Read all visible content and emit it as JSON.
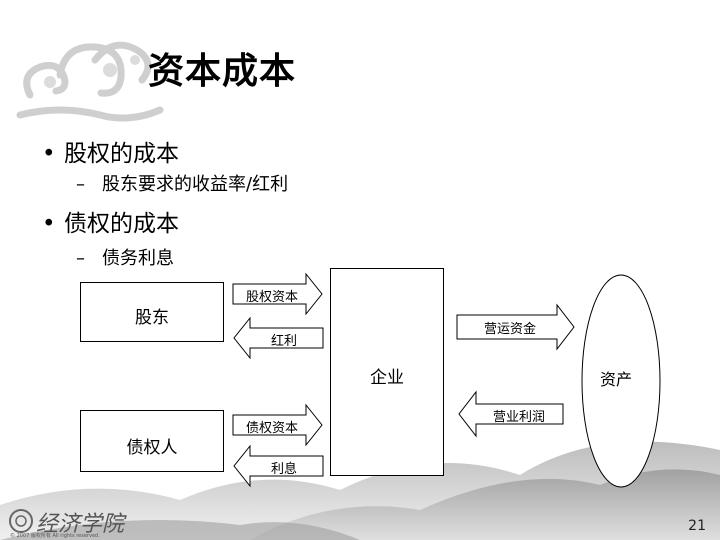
{
  "title": "资本成本",
  "bullets": [
    {
      "text": "股权的成本",
      "sub": "股东要求的收益率/红利"
    },
    {
      "text": "债权的成本",
      "sub": "债务利息"
    }
  ],
  "bullet_symbol": "•",
  "dash_symbol": "–",
  "diagram": {
    "shareholder": "股东",
    "creditor": "债权人",
    "enterprise": "企业",
    "assets": "资产",
    "equity_capital": "股权资本",
    "dividend": "红利",
    "operating_funds": "营运资金",
    "operating_profit": "营业利润",
    "debt_capital": "债权资本",
    "interest": "利息"
  },
  "footer": {
    "logo_text": "经济学院",
    "copyright": "© 2007 版权所有 All rights reserved.",
    "page_number": "21"
  }
}
